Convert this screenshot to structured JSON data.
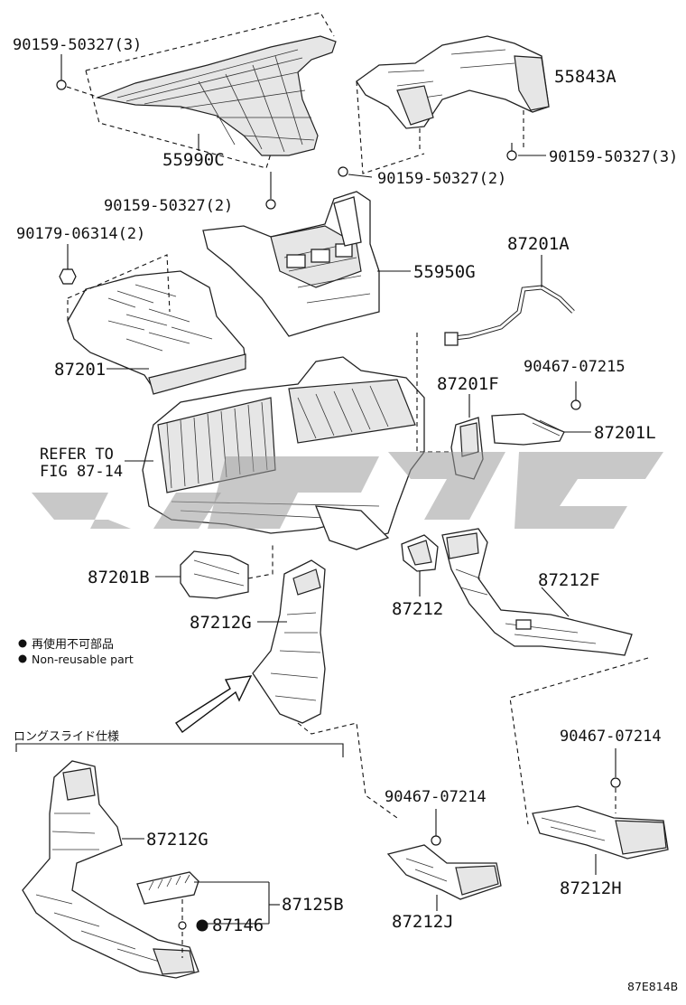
{
  "diagram_code": "87E814B",
  "parts": {
    "p55843A": "55843A",
    "p55990C": "55990C",
    "p55950G": "55950G",
    "p87201": "87201",
    "p87201A": "87201A",
    "p87201F": "87201F",
    "p87201L": "87201L",
    "p87201B": "87201B",
    "p87212": "87212",
    "p87212F": "87212F",
    "p87212G_main": "87212G",
    "p87212G_inset": "87212G",
    "p87212H": "87212H",
    "p87212J": "87212J",
    "p87125B": "87125B",
    "p87146": "87146"
  },
  "fasteners": {
    "f_90159_top_left": "90159-50327(3)",
    "f_90159_right": "90159-50327(3)",
    "f_90159_mid": "90159-50327(2)",
    "f_90159_lower": "90159-50327(2)",
    "f_90179": "90179-06314(2)",
    "f_90467_07215": "90467-07215",
    "f_90467_07214_right": "90467-07214",
    "f_90467_07214_mid": "90467-07214"
  },
  "refer": {
    "line1": "REFER TO",
    "line2": "FIG 87-14"
  },
  "legend": {
    "jp": "再使用不可部品",
    "en": "Non-reusable part"
  },
  "inset": {
    "title": "ロングスライド仕様"
  }
}
